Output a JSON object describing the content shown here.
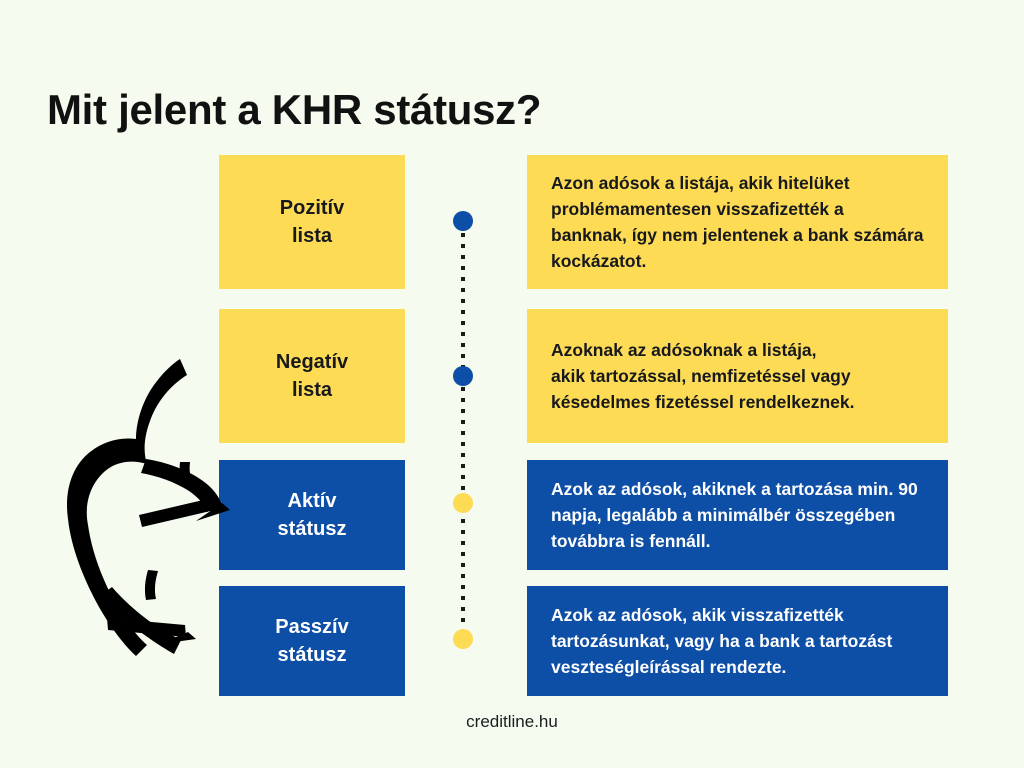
{
  "colors": {
    "background": "#f5fcef",
    "yellow": "#fddb55",
    "blue": "#0d4ea6",
    "text_dark": "#17191c",
    "text_light": "#ffffff",
    "arrow": "#000000",
    "dotted_line": "#1a1a1a"
  },
  "header": {
    "title": "Mit jelent a KHR státusz?"
  },
  "rows": [
    {
      "label": "Pozitív\nlista",
      "label_style": "yellow",
      "description": "Azon adósok a listája, akik hitelüket problémamentesen visszafizették a banknak, így nem jelentenek a bank számára kockázatot.",
      "description_style": "yellow",
      "dot_color": "blue"
    },
    {
      "label": "Negatív\nlista",
      "label_style": "yellow",
      "description": "Azoknak az adósoknak a listája,\nakik tartozással, nemfizetéssel vagy késedelmes fizetéssel rendelkeznek.",
      "description_style": "yellow",
      "dot_color": "blue"
    },
    {
      "label": "Aktív\nstátusz",
      "label_style": "blue",
      "description": "Azok az adósok, akiknek a tartozása min. 90 napja, legalább a minimálbér összegében továbbra is fennáll.",
      "description_style": "blue",
      "dot_color": "yellow"
    },
    {
      "label": "Passzív\nstátusz",
      "label_style": "blue",
      "description": "Azok az adósok, akik visszafizették tartozásunkat, vagy ha a bank a tartozást veszteségleírással rendezte.",
      "description_style": "blue",
      "dot_color": "yellow"
    }
  ],
  "annotation": {
    "arrow_icon": "forked-double-curved-arrow",
    "arrow_points_to": [
      "Aktív státusz",
      "Passzív státusz"
    ]
  },
  "footer": {
    "credit": "creditline.hu"
  }
}
